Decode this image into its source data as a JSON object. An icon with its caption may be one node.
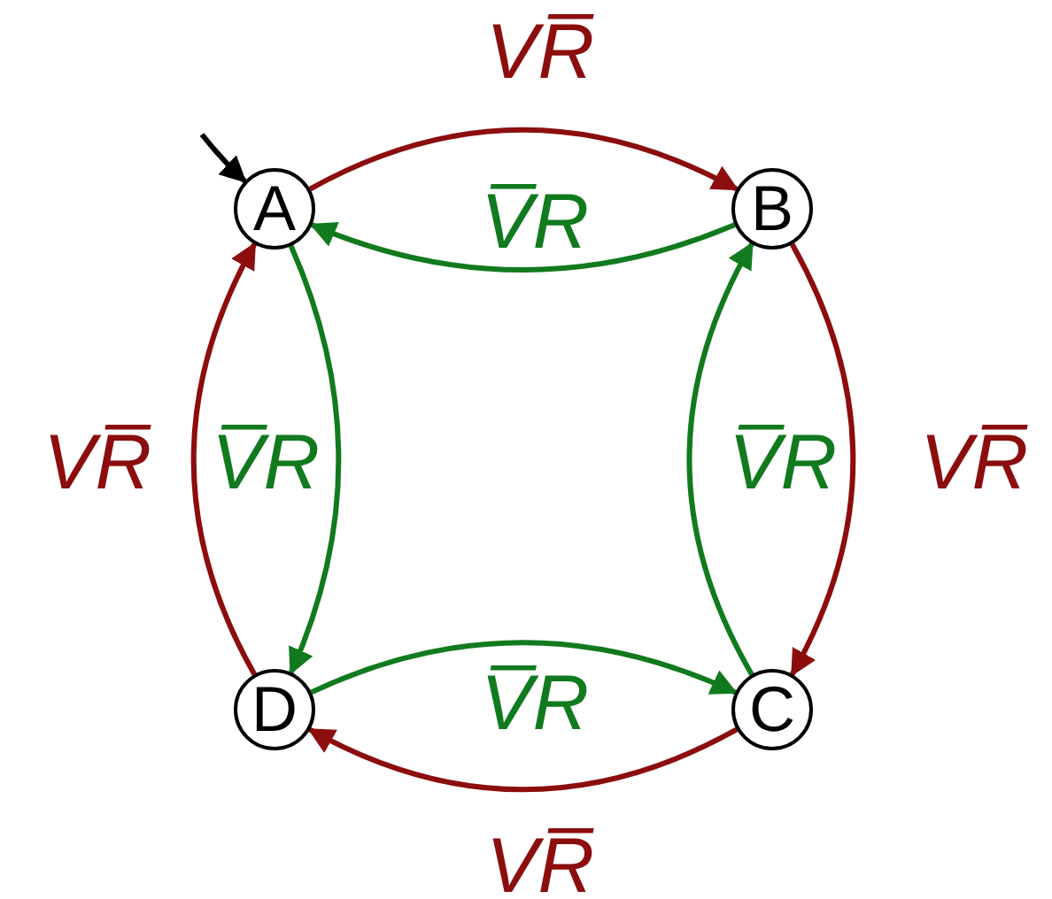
{
  "diagram": {
    "nodes": [
      {
        "text": [
          "A"
        ]
      },
      {
        "text": [
          "B"
        ]
      },
      {
        "text": [
          "C"
        ]
      },
      {
        "text": [
          "D"
        ]
      }
    ],
    "edges": [
      {
        "from": 0,
        "to": 1,
        "arrow": "to",
        "label": "VR̅",
        "color": "#8c0d0d"
      },
      {
        "from": 1,
        "to": 0,
        "arrow": "to",
        "label": "V̅R",
        "color": "#127a1e"
      },
      {
        "from": 1,
        "to": 2,
        "arrow": "to",
        "label": "VR̅",
        "color": "#8c0d0d"
      },
      {
        "from": 2,
        "to": 1,
        "arrow": "to",
        "label": "V̅R",
        "color": "#127a1e"
      },
      {
        "from": 2,
        "to": 3,
        "arrow": "to",
        "label": "VR̅",
        "color": "#8c0d0d"
      },
      {
        "from": 3,
        "to": 2,
        "arrow": "to",
        "label": "V̅R",
        "color": "#127a1e"
      },
      {
        "from": 3,
        "to": 0,
        "arrow": "to",
        "label": "VR̅",
        "color": "#8c0d0d"
      },
      {
        "from": 0,
        "to": 3,
        "arrow": "to",
        "label": "V̅R",
        "color": "#127a1e"
      },
      {
        "from": null,
        "to": 0,
        "arrow": "to",
        "color": "#000000"
      }
    ]
  }
}
